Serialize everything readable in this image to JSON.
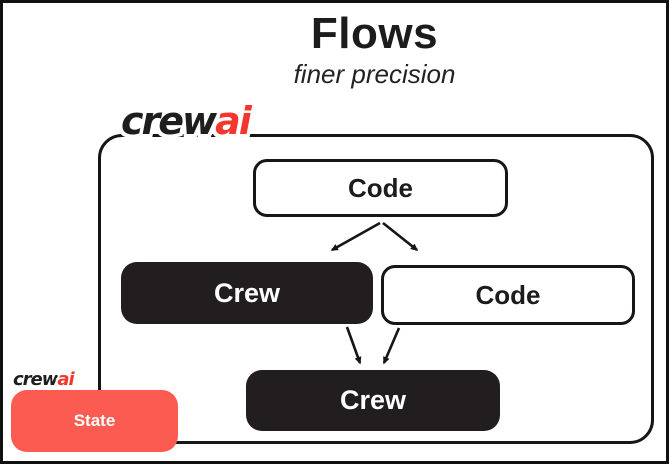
{
  "header": {
    "title": "Flows",
    "subtitle": "finer precision"
  },
  "logo": {
    "part1": "crew",
    "part2": "ai",
    "accent_color": "#f4372e"
  },
  "diagram": {
    "nodes": {
      "code_top": "Code",
      "crew_left": "Crew",
      "code_right": "Code",
      "crew_bottom": "Crew",
      "state": "State"
    },
    "edges": [
      {
        "from": "code_top",
        "to": "crew_left"
      },
      {
        "from": "code_top",
        "to": "code_right"
      },
      {
        "from": "crew_left",
        "to": "crew_bottom"
      },
      {
        "from": "code_right",
        "to": "crew_bottom"
      }
    ],
    "colors": {
      "node_dark_fill": "#221e1f",
      "node_border": "#161616",
      "state_fill": "#fb5b50",
      "arrow": "#161616",
      "background": "#ffffff"
    }
  }
}
